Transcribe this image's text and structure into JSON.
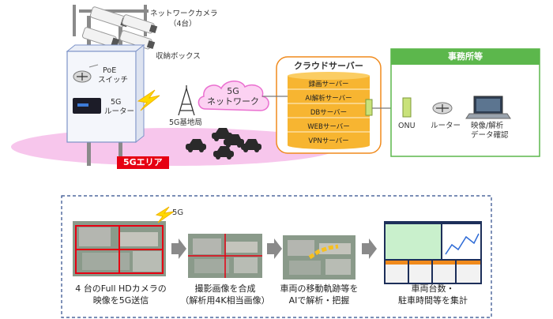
{
  "top": {
    "camera_label": "ネットワークカメラ",
    "camera_count": "（4台）",
    "box_label": "収納ボックス",
    "poe_label": "PoE",
    "poe_label2": "スイッチ",
    "router5g_label": "5G",
    "router5g_label2": "ルーター",
    "area_label": "5Gエリア",
    "base_station_label": "5G基地局",
    "network_label": "5G",
    "network_label2": "ネットワーク",
    "cloud": {
      "title": "クラウドサーバー",
      "servers": [
        "録画サーバー",
        "AI解析サーバー",
        "DBサーバー",
        "WEBサーバー",
        "VPNサーバー"
      ]
    },
    "office": {
      "title": "事務所等",
      "onu_label": "ONU",
      "router_label": "ルーター",
      "pc_label": "映像/解析",
      "pc_label2": "データ確認"
    }
  },
  "bottom": {
    "tag_5g": "5G",
    "steps": [
      {
        "line1": "4 台のFull HDカメラの",
        "line2": "映像を5G送信"
      },
      {
        "line1": "撮影画像を合成",
        "line2": "（解析用4K相当画像）"
      },
      {
        "line1": "車両の移動軌跡等を",
        "line2": "AIで解析・把握"
      },
      {
        "line1": "車両台数・",
        "line2": "駐車時間等を集計"
      }
    ]
  },
  "colors": {
    "area_pink": "#f7c6ec",
    "area_red": "#e60012",
    "cloud_orange": "#f08a1c",
    "server_gold": "#f7b531",
    "office_green": "#5cb74c",
    "box_blue": "#7d93c8",
    "cloud_pink": "#ea6fd0",
    "dash_navy": "#2c4a8a"
  }
}
